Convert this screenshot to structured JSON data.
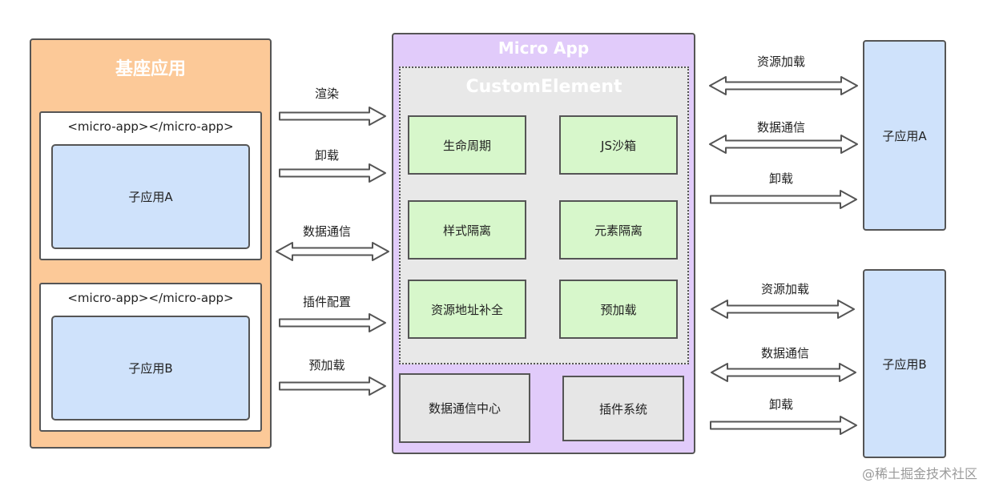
{
  "base": {
    "title": "基座应用",
    "tag_a": "<micro-app></micro-app>",
    "child_a": "子应用A",
    "tag_b": "<micro-app></micro-app>",
    "child_b": "子应用B"
  },
  "left_arrows": [
    "渲染",
    "卸载",
    "数据通信",
    "插件配置",
    "预加载"
  ],
  "micro": {
    "title": "Micro App",
    "custom_element": "CustomElement",
    "features": [
      "生命周期",
      "JS沙箱",
      "样式隔离",
      "元素隔离",
      "资源地址补全",
      "预加载"
    ],
    "bottom": [
      "数据通信中心",
      "插件系统"
    ]
  },
  "right_group_a": {
    "arrows": [
      "资源加载",
      "数据通信",
      "卸载"
    ],
    "app": "子应用A"
  },
  "right_group_b": {
    "arrows": [
      "资源加载",
      "数据通信",
      "卸载"
    ],
    "app": "子应用B"
  },
  "watermark": "@稀土掘金技术社区",
  "colors": {
    "base_fill": "#fcc998",
    "micro_fill": "#e1cbfa",
    "feature_fill": "#d7f7cb",
    "child_fill": "#cfe2fb",
    "custom_element_fill": "#e8e8e8"
  }
}
